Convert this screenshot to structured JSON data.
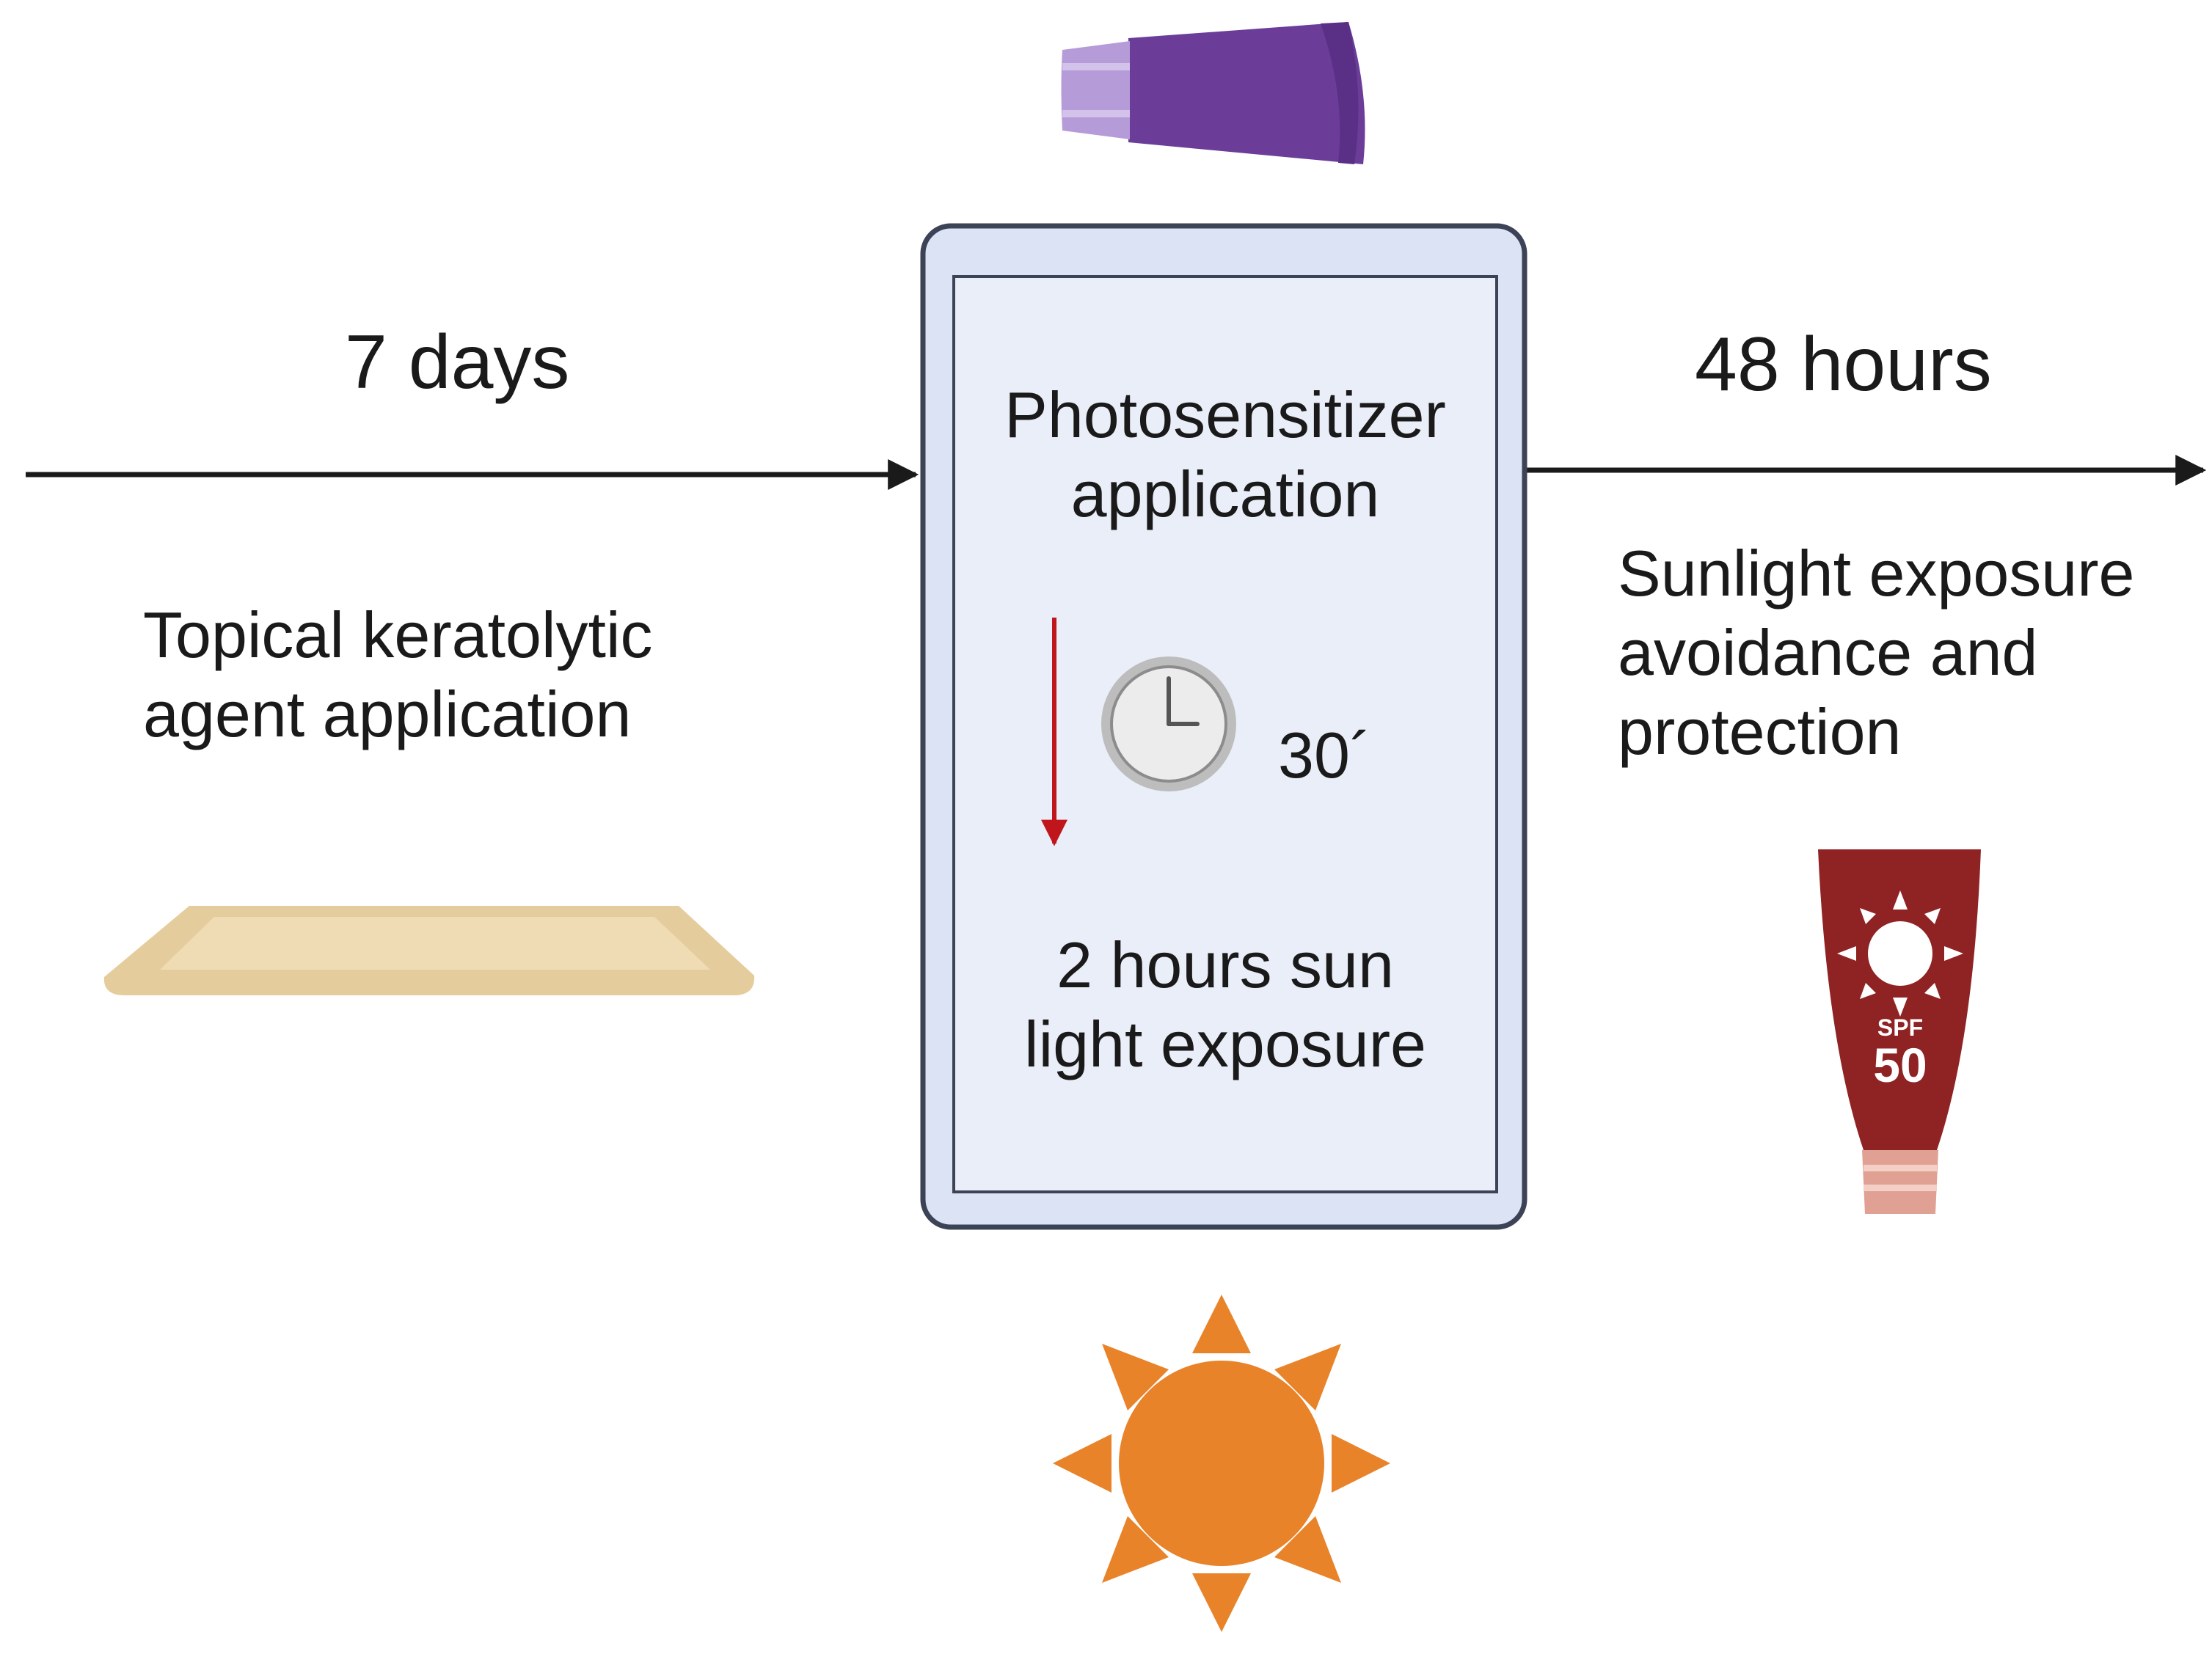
{
  "timeline": {
    "before": {
      "duration": "7 days",
      "step": [
        "Topical keratolytic",
        "agent application"
      ]
    },
    "after": {
      "duration": "48 hours",
      "step": [
        "Sunlight exposure",
        "avoidance and",
        "protection"
      ]
    }
  },
  "session": {
    "title": [
      "Photosensitizer",
      "application"
    ],
    "wait": "30´",
    "exposure": [
      "2 hours sun",
      "light exposure"
    ]
  },
  "sunscreen": {
    "spf_label": "SPF",
    "spf_value": "50"
  },
  "colors": {
    "box_fill": "#dbe3f4",
    "box_stroke": "#3d4356",
    "tube_purple": "#6b3d99",
    "cap_lavender": "#b59bd8",
    "sun_orange": "#e8832a",
    "tray_tan": "#e5cc9c",
    "sunscreen_red": "#8f2323",
    "arrow_red": "#c0151b"
  },
  "icons": [
    "photosensitizer-tube-icon",
    "sun-icon",
    "tray-icon",
    "clock-icon",
    "sunscreen-icon"
  ]
}
